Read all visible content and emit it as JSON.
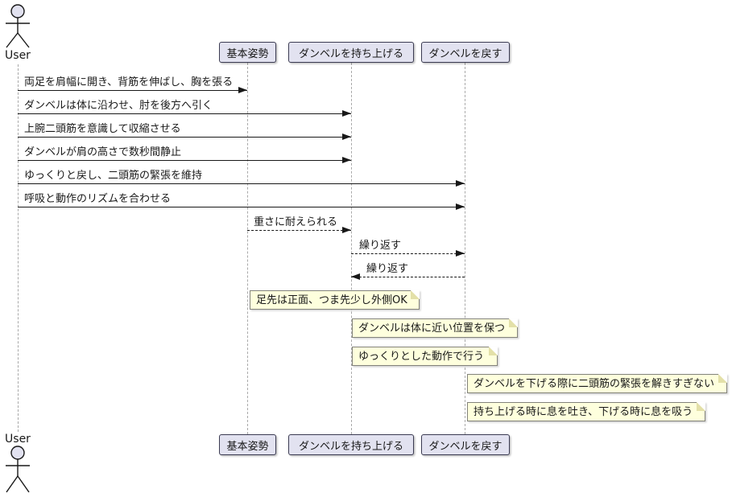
{
  "diagram": {
    "type": "sequence-diagram",
    "actor": {
      "name": "User"
    },
    "participants": [
      {
        "id": "basic-posture",
        "label": "基本姿勢"
      },
      {
        "id": "lift-dumbbell",
        "label": "ダンベルを持ち上げる"
      },
      {
        "id": "return-dumbbell",
        "label": "ダンベルを戻す"
      }
    ],
    "messages": [
      {
        "from": "User",
        "to": "基本姿勢",
        "style": "solid",
        "text": "両足を肩幅に開き、背筋を伸ばし、胸を張る"
      },
      {
        "from": "User",
        "to": "ダンベルを持ち上げる",
        "style": "solid",
        "text": "ダンベルは体に沿わせ、肘を後方へ引く"
      },
      {
        "from": "User",
        "to": "ダンベルを持ち上げる",
        "style": "solid",
        "text": "上腕二頭筋を意識して収縮させる"
      },
      {
        "from": "User",
        "to": "ダンベルを持ち上げる",
        "style": "solid",
        "text": "ダンベルが肩の高さで数秒間静止"
      },
      {
        "from": "User",
        "to": "ダンベルを戻す",
        "style": "solid",
        "text": "ゆっくりと戻し、二頭筋の緊張を維持"
      },
      {
        "from": "User",
        "to": "ダンベルを戻す",
        "style": "solid",
        "text": "呼吸と動作のリズムを合わせる"
      },
      {
        "from": "基本姿勢",
        "to": "ダンベルを持ち上げる",
        "style": "dashed",
        "text": "重さに耐えられる"
      },
      {
        "from": "ダンベルを持ち上げる",
        "to": "ダンベルを戻す",
        "style": "dashed",
        "text": "繰り返す"
      },
      {
        "from": "ダンベルを戻す",
        "to": "ダンベルを持ち上げる",
        "style": "dashed",
        "text": "繰り返す"
      }
    ],
    "notes": [
      {
        "anchor": "基本姿勢",
        "text": "足先は正面、つま先少し外側OK"
      },
      {
        "anchor": "ダンベルを持ち上げる",
        "text": "ダンベルは体に近い位置を保つ"
      },
      {
        "anchor": "ダンベルを持ち上げる",
        "text": "ゆっくりとした動作で行う"
      },
      {
        "anchor": "ダンベルを戻す",
        "text": "ダンベルを下げる際に二頭筋の緊張を解きすぎない"
      },
      {
        "anchor": "ダンベルを戻す",
        "text": "持ち上げる時に息を吐き、下げる時に息を吸う"
      }
    ],
    "colors": {
      "participant_fill": "#E2E2F0",
      "participant_border": "#3B3B52",
      "note_fill": "#FEFFDD",
      "note_border": "#83837B",
      "arrow_color": "#181818",
      "lifeline_color": "#A9A9A9",
      "background": "#FFFFFF"
    }
  }
}
